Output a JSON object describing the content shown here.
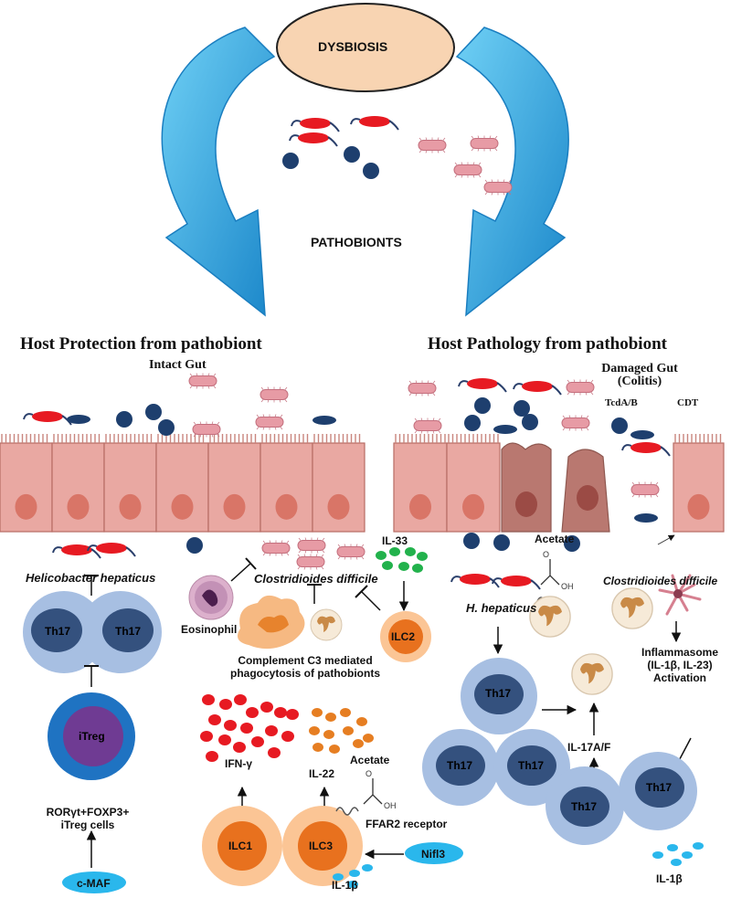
{
  "center": {
    "dysbiosis": "DYSBIOSIS",
    "pathobionts": "PATHOBIONTS"
  },
  "protection": {
    "title": "Host Protection from pathobiont",
    "intact_gut": "Intact Gut",
    "helicobacter": "Helicobacter hepaticus",
    "th17": "Th17",
    "itreg": "iTreg",
    "itreg_caption": [
      "RORγt+FOXP3+",
      "iTreg cells"
    ],
    "cmaf": "c-MAF",
    "eosinophil": "Eosinophil",
    "clostridioides": "Clostridioides difficile",
    "il33": "IL-33",
    "ilc2": "ILC2",
    "complement": [
      "Complement C3 mediated",
      "phagocytosis of pathobionts"
    ],
    "ifn": "IFN-γ",
    "il22": "IL-22",
    "acetate": "Acetate",
    "ffar2": "FFAR2 receptor",
    "nifl3": "Nifl3",
    "ilc1": "ILC1",
    "ilc3": "ILC3",
    "il1b": "IL-1β"
  },
  "pathology": {
    "title": "Host Pathology from pathobiont",
    "damaged_gut": [
      "Damaged Gut",
      "(Colitis)"
    ],
    "tcdab": "TcdA/B",
    "cdt": "CDT",
    "acetate": "Acetate",
    "clostridioides": "Clostridioides difficile",
    "h_hepaticus": "H. hepaticus",
    "th17": "Th17",
    "il17": "IL-17A/F",
    "inflammasome": [
      "Inflammasome",
      "(IL-1β, IL-23)",
      "Activation"
    ],
    "il1b": "IL-1β"
  },
  "colors": {
    "epithelium": "#e9a8a2",
    "epithelium_dark": "#b97870",
    "nucleus": "#d97567",
    "arrow_blue": "#2b9bd6",
    "dysbiosis_fill": "#f8d4b2",
    "th17_outer": "#a7bfe2",
    "th17_inner": "#34517e",
    "itreg_outer": "#1f73c2",
    "itreg_inner": "#6f3b93",
    "ilc_outer": "#fbc595",
    "ilc_inner": "#e8711e",
    "cyan": "#2ab7ec",
    "red_dot": "#e71a22",
    "orange_dot": "#e67e22",
    "green_dot": "#22b24c",
    "bacteria_rod": "#e79ba5",
    "bacteria_blue": "#1e3f6e"
  }
}
